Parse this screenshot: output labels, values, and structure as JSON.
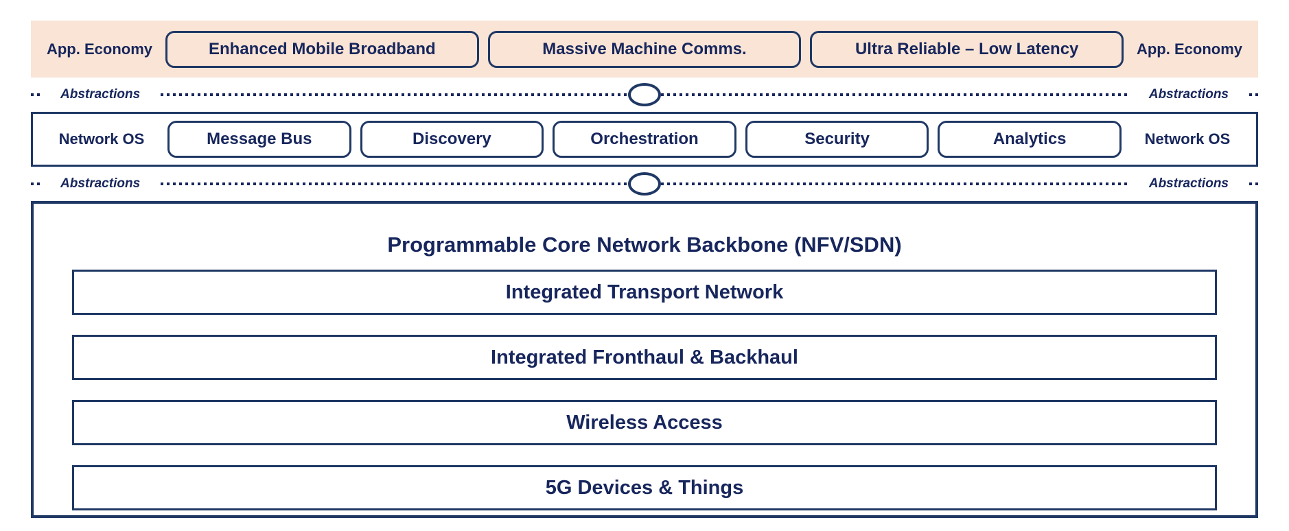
{
  "colors": {
    "peach_bg": "#FAE4D5",
    "navy_text": "#17265C",
    "navy_border": "#1F3864",
    "background": "#FFFFFF"
  },
  "app_layer": {
    "left_label": "App. Economy",
    "right_label": "App. Economy",
    "boxes": [
      "Enhanced Mobile Broadband",
      "Massive Machine Comms.",
      "Ultra Reliable – Low Latency"
    ]
  },
  "abstractions_top": {
    "left_label": "Abstractions",
    "right_label": "Abstractions"
  },
  "network_os": {
    "left_label": "Network OS",
    "right_label": "Network OS",
    "boxes": [
      "Message Bus",
      "Discovery",
      "Orchestration",
      "Security",
      "Analytics"
    ]
  },
  "abstractions_bottom": {
    "left_label": "Abstractions",
    "right_label": "Abstractions"
  },
  "core": {
    "title": "Programmable Core Network Backbone (NFV/SDN)",
    "layers": [
      "Integrated Transport Network",
      "Integrated Fronthaul & Backhaul",
      "Wireless Access",
      "5G Devices & Things"
    ]
  }
}
